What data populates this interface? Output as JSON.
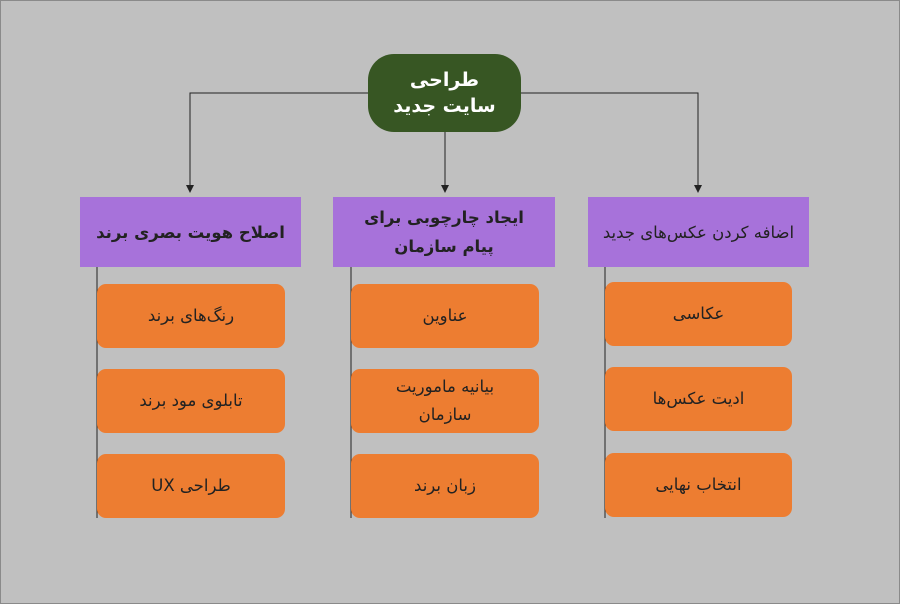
{
  "diagram": {
    "root": {
      "label": "طراحی سایت جدید"
    },
    "branches": [
      {
        "label": "اصلاح هویت بصری برند",
        "items": [
          "رنگ‌های برند",
          "تابلوی مود برند",
          "طراحی UX"
        ]
      },
      {
        "label": "ایجاد چارچوبی برای پیام سازمان",
        "items": [
          "عناوین",
          "بیانیه ماموریت سازمان",
          "زبان برند"
        ]
      },
      {
        "label": "اضافه کردن عکس‌های جدید",
        "items": [
          "عکاسی",
          "ادیت عکس‌ها",
          "انتخاب نهایی"
        ]
      }
    ]
  },
  "colors": {
    "background": "#c0c0c0",
    "root_fill": "#375623",
    "branch_fill": "#a772da",
    "leaf_fill": "#ed7d31",
    "connector": "#222222"
  }
}
